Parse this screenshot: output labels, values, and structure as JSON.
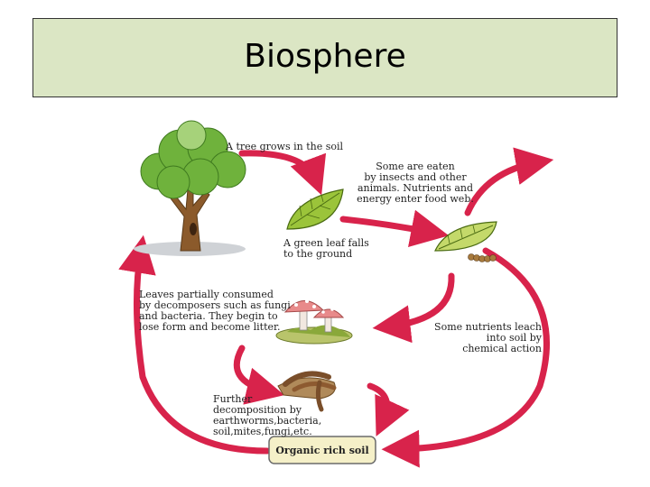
{
  "title": "Biosphere",
  "labels": {
    "tree": "A tree grows in the soil",
    "eaten": [
      "Some are eaten",
      "by insects and other",
      "animals. Nutrients and",
      "energy enter food web."
    ],
    "leaf_falls": [
      "A green leaf falls",
      "to the ground"
    ],
    "decomposers": [
      "Leaves partially consumed",
      "by decomposers such as fungi",
      "and bacteria. They begin to",
      "lose form and become litter."
    ],
    "leach": [
      "Some nutrients leach",
      "into soil by",
      "chemical action"
    ],
    "further": [
      "Further",
      "decomposition by",
      "earthworms,bacteria,",
      "soil,mites,fungi,etc."
    ],
    "organic_soil": "Organic rich soil"
  },
  "colors": {
    "title_bg": "#dbe6c4",
    "arrow": "#d8234b",
    "leaf": "#9bc43a",
    "tree_canopy": "#6fb23c",
    "trunk": "#8b5a2b"
  }
}
